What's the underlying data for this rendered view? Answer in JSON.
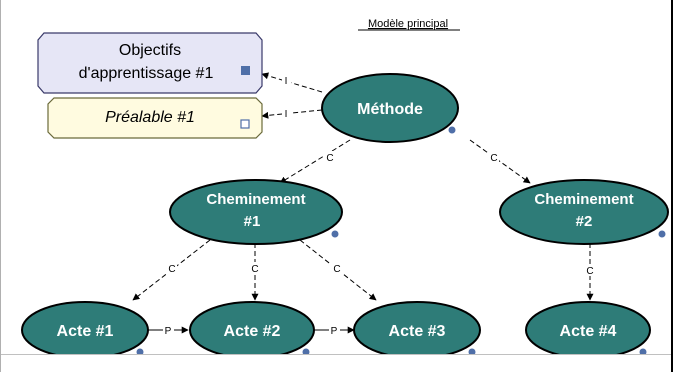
{
  "title": "Modèle principal",
  "colors": {
    "ellipse_fill": "#2e7c78",
    "ellipse_stroke": "#000000",
    "ellipse_text": "#ffffff",
    "objectif_fill": "#e6e6f6",
    "prealable_fill": "#fffbe0",
    "marker_blue": "#4f6fa8",
    "line": "#000000"
  },
  "nodes": {
    "objectif": {
      "line1": "Objectifs",
      "line2": "d'apprentissage #1",
      "type": "competence"
    },
    "prealable": {
      "label": "Préalable #1",
      "type": "prerequisite"
    },
    "methode": {
      "label": "Méthode"
    },
    "chem1": {
      "line1": "Cheminement",
      "line2": "#1"
    },
    "chem2": {
      "line1": "Cheminement",
      "line2": "#2"
    },
    "acte1": {
      "label": "Acte #1"
    },
    "acte2": {
      "label": "Acte #2"
    },
    "acte3": {
      "label": "Acte #3"
    },
    "acte4": {
      "label": "Acte #4"
    }
  },
  "links": {
    "methode_objectif": "I",
    "methode_prealable": "I",
    "methode_chem1": "C",
    "methode_chem2": "C",
    "chem1_acte1": "C",
    "chem1_acte2": "C",
    "chem1_acte3": "C",
    "chem2_acte4": "C",
    "acte1_acte2": "P",
    "acte2_acte3": "P"
  }
}
